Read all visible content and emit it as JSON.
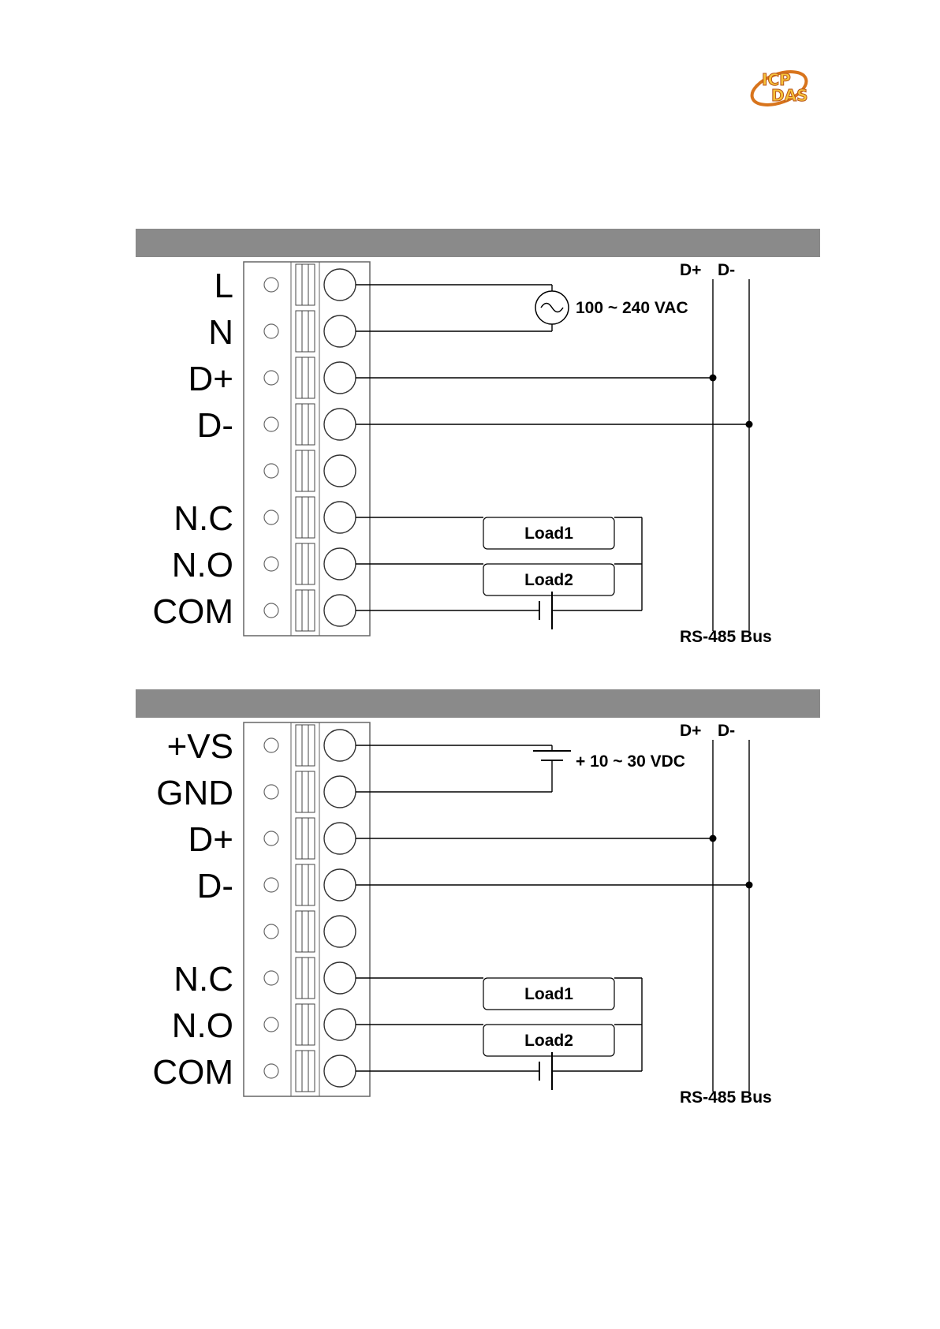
{
  "logo": {
    "line1": "ICP",
    "line2": "DAS",
    "colors": {
      "fill": "#f6c23a",
      "stroke": "#d8741c",
      "text": "#b8541a"
    }
  },
  "diagrams": [
    {
      "pins": [
        "L",
        "N",
        "D+",
        "D-",
        "",
        "N.C",
        "N.O",
        "COM"
      ],
      "bus_plus": "D+",
      "bus_minus": "D-",
      "bus_label": "RS-485 Bus",
      "power_label": "100 ~ 240 VAC",
      "power_type": "ac-source-icon",
      "load1": "Load1",
      "load2": "Load2"
    },
    {
      "pins": [
        "+VS",
        "GND",
        "D+",
        "D-",
        "",
        "N.C",
        "N.O",
        "COM"
      ],
      "bus_plus": "D+",
      "bus_minus": "D-",
      "bus_label": "RS-485 Bus",
      "power_label": "+ 10 ~ 30 VDC",
      "power_type": "dc-battery-icon",
      "load1": "Load1",
      "load2": "Load2"
    }
  ]
}
